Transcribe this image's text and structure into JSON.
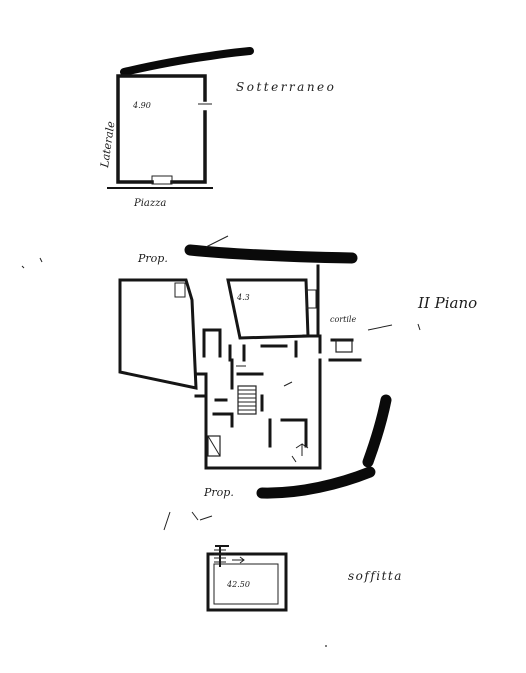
{
  "basement": {
    "title": "Sotterraneo",
    "side_label": "Laterale",
    "bottom_label": "Piazza",
    "height_mark": "4.90"
  },
  "second_floor": {
    "title": "II Piano",
    "top_label": "Prop.",
    "bottom_label": "Prop.",
    "courtyard_label": "cortile",
    "height_mark": "4.3"
  },
  "attic": {
    "title": "soffitta",
    "height_mark": "42.50"
  }
}
